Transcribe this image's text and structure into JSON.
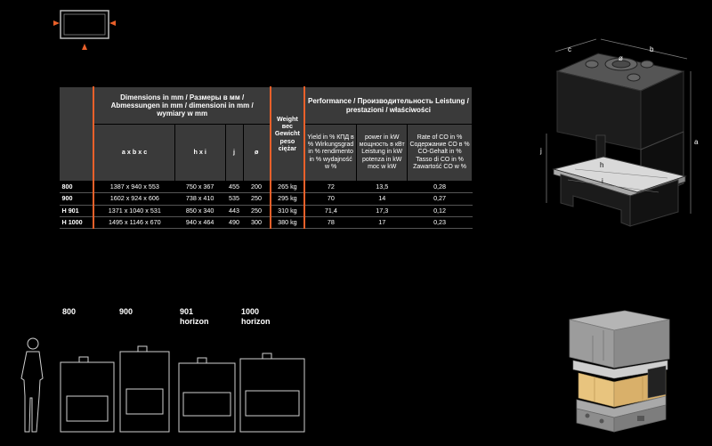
{
  "table": {
    "header": {
      "dimensions": "Dimensions in mm / Размеры в мм / Abmessungen in mm / dimensioni in mm / wymiary w mm",
      "weight": [
        "Weight",
        "вес",
        "Gewicht",
        "peso",
        "ciężar"
      ],
      "performance": "Performance / Производительность Leistung / prestazioni / właściwości",
      "sub_axbxc": "a x b x c",
      "sub_hxi": "h x i",
      "sub_j": "j",
      "sub_o": "ø",
      "sub_yield": "Yield in % КПД в % Wirkungsgrad in % rendimento in % wydajność w %",
      "sub_power": "power in kW мощность в кВт Leistung in kW potenza in kW moc w kW",
      "sub_co": "Rate of CO in % Содержание CO в % CO-Gehalt in % Tasso di CO in % Zawartość CO w %"
    },
    "rows": [
      {
        "model": "800",
        "axbxc": "1387 x 940 x 553",
        "hxi": "750 x 367",
        "j": "455",
        "o": "200",
        "weight": "265 kg",
        "yield": "72",
        "power": "13,5",
        "co": "0,28"
      },
      {
        "model": "900",
        "axbxc": "1602 x 924 x 606",
        "hxi": "738 x 410",
        "j": "535",
        "o": "250",
        "weight": "295 kg",
        "yield": "70",
        "power": "14",
        "co": "0,27"
      },
      {
        "model": "H 901",
        "axbxc": "1371 x 1040 x 531",
        "hxi": "850 x 340",
        "j": "443",
        "o": "250",
        "weight": "310 kg",
        "yield": "71,4",
        "power": "17,3",
        "co": "0,12"
      },
      {
        "model": "H 1000",
        "axbxc": "1495 x 1146 x 670",
        "hxi": "940 x 464",
        "j": "490",
        "o": "300",
        "weight": "380 kg",
        "yield": "78",
        "power": "17",
        "co": "0,23"
      }
    ]
  },
  "diagram": {
    "labels": {
      "a": "a",
      "b": "b",
      "c": "c",
      "o": "ø",
      "h": "h",
      "i": "i",
      "j": "j"
    }
  },
  "lineup": {
    "m800": "800",
    "m900": "900",
    "m901": "901",
    "m901_sub": "horizon",
    "m1000": "1000",
    "m1000_sub": "horizon"
  },
  "colors": {
    "accent": "#e9602a",
    "header_bg": "#3a3a3a",
    "line": "#7a7a7a"
  }
}
